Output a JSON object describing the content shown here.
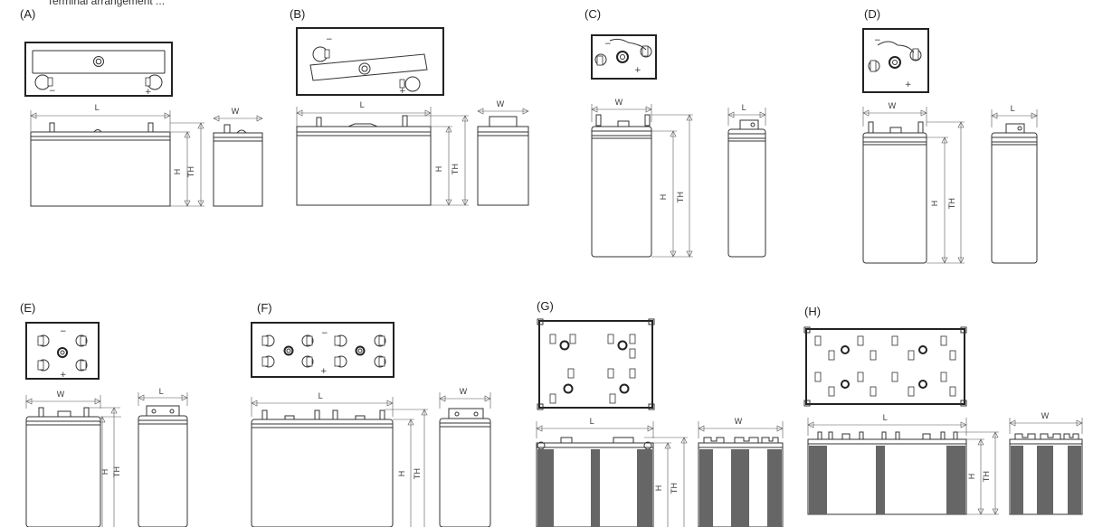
{
  "header_text": "Terminal arrangement ... ",
  "diagrams": [
    {
      "id": "A",
      "label": "(A)"
    },
    {
      "id": "B",
      "label": "(B)"
    },
    {
      "id": "C",
      "label": "(C)"
    },
    {
      "id": "D",
      "label": "(D)"
    },
    {
      "id": "E",
      "label": "(E)"
    },
    {
      "id": "F",
      "label": "(F)"
    },
    {
      "id": "G",
      "label": "(G)"
    },
    {
      "id": "H",
      "label": "(H)"
    }
  ],
  "dimensions": {
    "length": "L",
    "width": "W",
    "height": "H",
    "total_height": "TH"
  },
  "polarity": {
    "positive": "+",
    "negative": "−"
  }
}
